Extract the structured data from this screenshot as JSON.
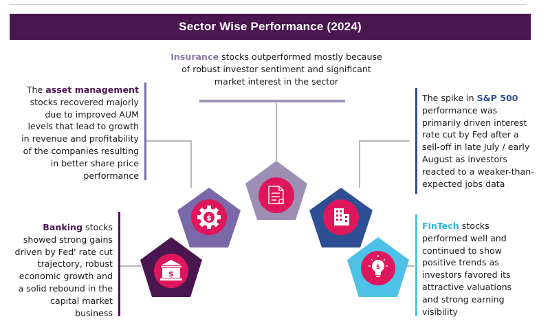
{
  "title": "Sector Wise Performance (2024)",
  "colors": {
    "title_bg": "#4a1650",
    "insurance": "#9d8fb4",
    "asset_management": "#7b68a8",
    "banking": "#4a1650",
    "sp500": "#2f4f94",
    "fintech": "#4ec1e8",
    "icon_circle": "#e0165c",
    "connector": "#7a7a7a"
  },
  "sectors": {
    "insurance": {
      "keyword": "Insurance",
      "line1_rest": " stocks outperformed mostly because",
      "line2": "of robust investor sentiment and significant",
      "line3": "market interest in the sector",
      "icon": "document-checklist-icon"
    },
    "asset_management": {
      "line1_pre": "The ",
      "keyword": "asset management",
      "lines": [
        "stocks recovered majorly",
        "due to improved AUM",
        "levels that lead to growth",
        "in revenue and profitability",
        "of the companies resulting",
        "in better share price",
        "performance"
      ],
      "icon": "gear-dollar-icon"
    },
    "banking": {
      "keyword": "Banking",
      "line1_rest": " stocks",
      "lines": [
        "showed strong gains",
        "driven by Fed' rate cut",
        "trajectory, robust",
        "economic growth and",
        "a solid rebound in the",
        "capital market",
        "business"
      ],
      "icon": "bank-dollar-icon"
    },
    "sp500": {
      "line1_pre": "The spike in ",
      "keyword": "S&P 500",
      "lines": [
        "performance was",
        "primarily driven interest",
        "rate cut by Fed after a",
        "sell-off in late July / early",
        "August as investors",
        "reacted to a weaker-than-",
        "expected jobs data"
      ],
      "icon": "office-building-icon"
    },
    "fintech": {
      "keyword": "FinTech",
      "line1_rest": " stocks",
      "lines": [
        "performed well and",
        "continued to show",
        "positive trends as",
        "investors favored its",
        "attractive valuations",
        "and strong earning",
        "visibility"
      ],
      "icon": "lightbulb-dollar-icon"
    }
  }
}
